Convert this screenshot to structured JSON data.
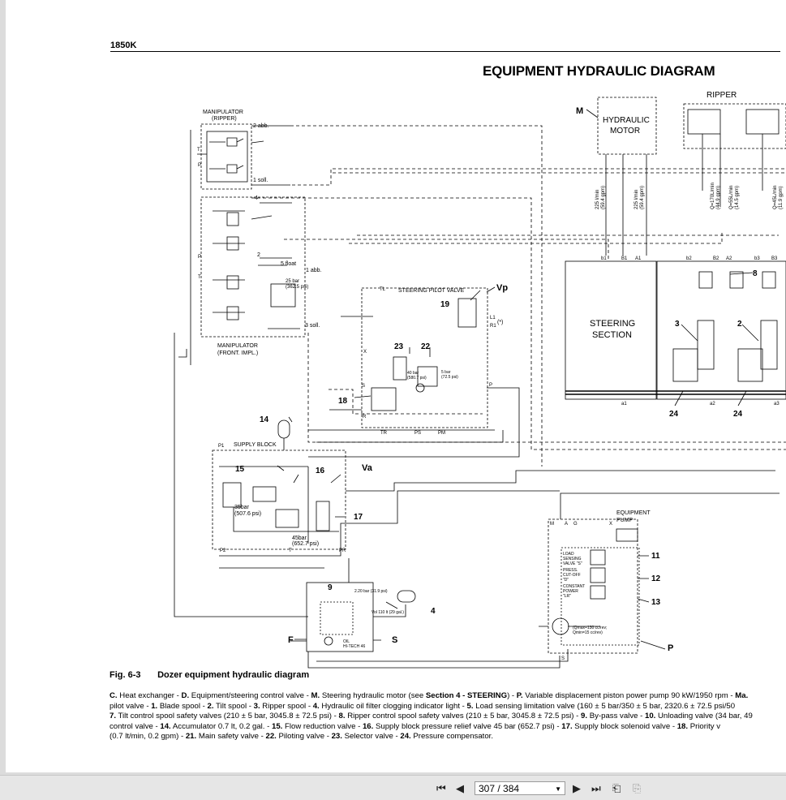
{
  "header": {
    "model": "1850K",
    "title": "EQUIPMENT HYDRAULIC DIAGRAM"
  },
  "diagram": {
    "labels": {
      "manipulator_ripper": [
        "MANIPULATOR",
        "(RIPPER)"
      ],
      "abb2": "2 abb.",
      "soll1": "1 soll.",
      "Mr": "Mr",
      "Ma": "Ma",
      "n4": "4",
      "n2": "2",
      "float5": "5 float",
      "abb1": "1 abb.",
      "soll3": "3 soll.",
      "bar25": [
        "25 bar",
        "(362.5 psi)"
      ],
      "manipulator_front": [
        "MANIPULATOR",
        "(FRONT. IMPL.)"
      ],
      "T": "T",
      "P": "P",
      "M": "M",
      "hydraulic_motor": [
        "HYDRAULIC",
        "MOTOR"
      ],
      "ripper": "RIPPER",
      "flow1": [
        "225 l/min",
        "(59.4 gpm)"
      ],
      "flow2": [
        "225 l/min",
        "(59.4 gpm)"
      ],
      "flow3": [
        "Q=170L/min",
        "(44.9 gpm)"
      ],
      "flow4": [
        "Q=55L/min",
        "(14.5 gpm)"
      ],
      "flow5": [
        "Q=45L/min",
        "(11.9 gpm)"
      ],
      "port_b1": "b1",
      "port_B1": "B1",
      "port_A1": "A1",
      "port_b2": "b2",
      "port_B2": "B2",
      "port_A2": "A2",
      "port_b3": "b3",
      "port_B3": "B3",
      "port_a1": "a1",
      "port_a2": "a2",
      "port_a3": "a3",
      "steering_section": [
        "STEERING",
        "SECTION"
      ],
      "steering_pilot_valve": "STEERING PILOT VALVE",
      "Vp": "Vp",
      "TL": "TL",
      "L1": "L1",
      "R1": "R1",
      "star": "(*)",
      "n19": "19",
      "n23": "23",
      "n22": "22",
      "n18": "18",
      "n3": "3",
      "n2b": "2",
      "n8": "8",
      "n24a": "24",
      "n24b": "24",
      "bar40": [
        "40 bar",
        "(580.7 psi)"
      ],
      "bar5": [
        "5 bar",
        "(72.5 psi)"
      ],
      "X": "X",
      "S": "S",
      "R": "R",
      "TR": "TR",
      "PS": "PS",
      "PM": "PM",
      "n14": "14",
      "supply_block": "SUPPLY BLOCK",
      "P1": "P1",
      "n15": "15",
      "n16": "16",
      "n17": "17",
      "Va": "Va",
      "bar35": [
        "35bar",
        "(507.6 psi)"
      ],
      "bar45": [
        "45bar",
        "(652.7 psi)"
      ],
      "P2": "P2",
      "PR": "PR",
      "equipment_pump": [
        "EQUIPMENT",
        "PUMP"
      ],
      "pump_ports": [
        "M",
        "A",
        "G",
        "X"
      ],
      "load_sensing": [
        "LOAD",
        "SENSING",
        "VALVE \"S\""
      ],
      "press_cutoff": [
        "PRESS.",
        "CUT-OFF",
        "\"D\""
      ],
      "constant_power": [
        "CONSTANT",
        "POWER",
        "\"LR\""
      ],
      "n11": "11",
      "n12": "12",
      "n13": "13",
      "pump_notes": [
        "(Qmax=130 cc/rev;",
        "Qmin=15 cc/rev)"
      ],
      "P_label": "P",
      "n9": "9",
      "n4b": "4",
      "bar_2_20": "2.20 bar (31.9 psi)",
      "vol": "Vol 110 lt (29 gal.)",
      "oil": [
        "OIL",
        "HI-TECH 46"
      ],
      "F": "F",
      "S2": "S",
      "S3": "S"
    }
  },
  "figure": {
    "number": "Fig. 6-3",
    "caption": "Dozer equipment hydraulic diagram"
  },
  "legend": [
    {
      "segs": [
        [
          "C.",
          true
        ],
        [
          " Heat exchanger - ",
          false
        ],
        [
          "D.",
          true
        ],
        [
          " Equipment/steering control valve - ",
          false
        ],
        [
          "M.",
          true
        ],
        [
          " Steering hydraulic motor (see ",
          false
        ],
        [
          "Section 4 - STEERING",
          true
        ],
        [
          ") - ",
          false
        ],
        [
          "P.",
          true
        ],
        [
          " Variable displacement piston power pump 90 kW/1950 rpm - ",
          false
        ],
        [
          "Ma.",
          true
        ]
      ]
    },
    {
      "segs": [
        [
          "pilot valve - ",
          false
        ],
        [
          "1.",
          true
        ],
        [
          " Blade spool - ",
          false
        ],
        [
          "2.",
          true
        ],
        [
          " Tilt spool - ",
          false
        ],
        [
          "3.",
          true
        ],
        [
          " Ripper spool - ",
          false
        ],
        [
          "4.",
          true
        ],
        [
          " Hydraulic oil filter clogging indicator light - ",
          false
        ],
        [
          "5.",
          true
        ],
        [
          " Load sensing limitation valve (160 ± 5 bar/350 ± 5 bar, 2320.6 ± 72.5 psi/50",
          false
        ]
      ]
    },
    {
      "segs": [
        [
          "7.",
          true
        ],
        [
          " Tilt control spool safety valves (210 ± 5 bar, 3045.8 ± 72.5 psi) - ",
          false
        ],
        [
          "8.",
          true
        ],
        [
          " Ripper control spool safety valves (210 ± 5 bar, 3045.8 ± 72.5 psi) - ",
          false
        ],
        [
          "9.",
          true
        ],
        [
          " By-pass valve - ",
          false
        ],
        [
          "10.",
          true
        ],
        [
          " Unloading valve (34 bar, 49",
          false
        ]
      ]
    },
    {
      "segs": [
        [
          "control valve - ",
          false
        ],
        [
          "14.",
          true
        ],
        [
          " Accumulator 0.7 lt, 0.2 gal. - ",
          false
        ],
        [
          "15.",
          true
        ],
        [
          " Flow reduction valve - ",
          false
        ],
        [
          "16.",
          true
        ],
        [
          " Supply block pressure relief valve 45 bar (652.7 psi) - ",
          false
        ],
        [
          "17.",
          true
        ],
        [
          " Supply block solenoid valve - ",
          false
        ],
        [
          "18.",
          true
        ],
        [
          " Priority v",
          false
        ]
      ]
    },
    {
      "segs": [
        [
          "(0.7 lt/min, 0.2 gpm) - ",
          false
        ],
        [
          "21.",
          true
        ],
        [
          " Main safety valve - ",
          false
        ],
        [
          "22.",
          true
        ],
        [
          " Piloting valve - ",
          false
        ],
        [
          "23.",
          true
        ],
        [
          " Selector valve - ",
          false
        ],
        [
          "24.",
          true
        ],
        [
          " Pressure compensator.",
          false
        ]
      ]
    }
  ],
  "viewer": {
    "page_display": "307 / 384",
    "icons": [
      "first-page-icon",
      "prev-page-icon",
      "next-page-icon",
      "last-page-icon",
      "back-view-icon",
      "forward-view-icon"
    ]
  }
}
